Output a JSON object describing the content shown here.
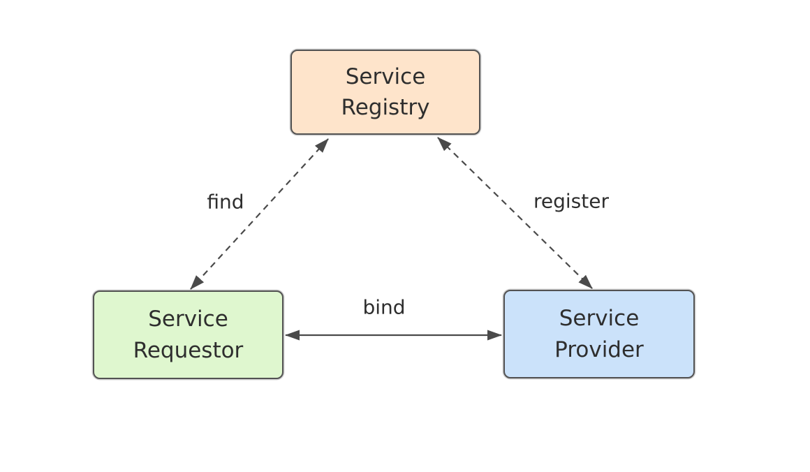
{
  "diagram": {
    "nodes": [
      {
        "id": "service-registry",
        "label": "Service\nRegistry",
        "fill": "#fee4cb",
        "border": "#525252"
      },
      {
        "id": "service-requestor",
        "label": "Service\nRequestor",
        "fill": "#dff7cf",
        "border": "#525252"
      },
      {
        "id": "service-provider",
        "label": "Service\nProvider",
        "fill": "#cbe2fa",
        "border": "#525252"
      }
    ],
    "edges": [
      {
        "id": "find",
        "label": "find",
        "from": "service-requestor",
        "to": "service-registry",
        "style": "dashed",
        "direction": "bidirectional"
      },
      {
        "id": "register",
        "label": "register",
        "from": "service-provider",
        "to": "service-registry",
        "style": "dashed",
        "direction": "bidirectional"
      },
      {
        "id": "bind",
        "label": "bind",
        "from": "service-requestor",
        "to": "service-provider",
        "style": "solid",
        "direction": "bidirectional"
      }
    ],
    "colors": {
      "edge": "#4a4a4a",
      "text": "#2e2e2e",
      "background": "#ffffff"
    }
  }
}
